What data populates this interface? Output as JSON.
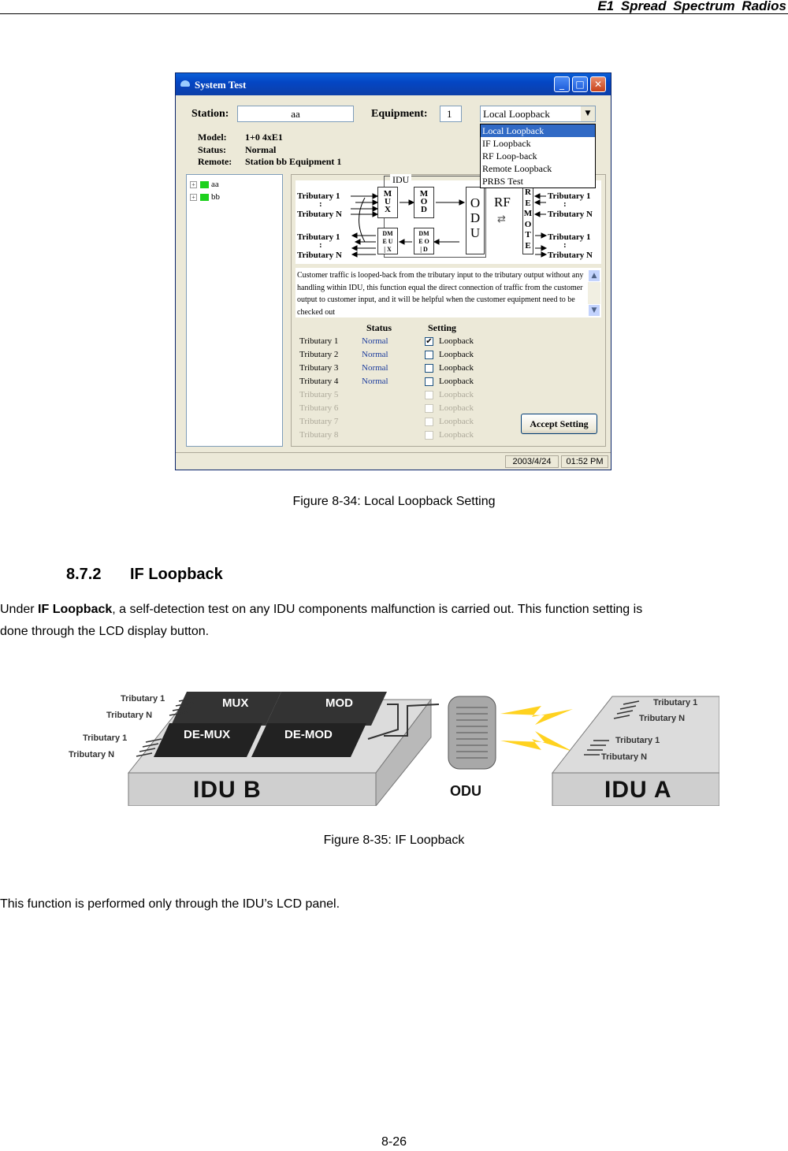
{
  "header": {
    "title": "E1  Spread  Spectrum  Radios"
  },
  "window": {
    "title": "System Test",
    "station_label": "Station:",
    "station_value": "aa",
    "equipment_label": "Equipment:",
    "equipment_value": "1",
    "mode_selected": "Local Loopback",
    "mode_options": [
      "Local Loopback",
      "IF Loopback",
      "RF Loop-back",
      "Remote Loopback",
      "PRBS Test"
    ],
    "model_label": "Model:",
    "model_value": "1+0 4xE1",
    "status_label": "Status:",
    "status_value": "Normal",
    "remote_label": "Remote:",
    "remote_value": "Station bb Equipment 1",
    "tree": [
      {
        "label": "aa"
      },
      {
        "label": "bb"
      }
    ],
    "diagram": {
      "title": "IDU",
      "trib1": "Tributary 1",
      "tribn": "Tributary N",
      "dots": ":",
      "mux": "M\nU\nX",
      "mod": "M\nO\nD",
      "demux": "DM\nE U\n| X",
      "demod": "DM\nE O\n| D",
      "odu": "O\nD\nU",
      "rf": "RF",
      "remote": "R\nE\nM\nO\nT\nE"
    },
    "description": "Customer traffic is looped-back from the tributary input to the tributary output without any handling within IDU, this function equal the direct connection of traffic from the customer output to customer input, and it will be helpful when the customer equipment need to be checked out",
    "col_status": "Status",
    "col_setting": "Setting",
    "rows": [
      {
        "name": "Tributary 1",
        "status": "Normal",
        "checked": "✔",
        "setting": "Loopback"
      },
      {
        "name": "Tributary 2",
        "status": "Normal",
        "checked": "",
        "setting": "Loopback"
      },
      {
        "name": "Tributary 3",
        "status": "Normal",
        "checked": "",
        "setting": "Loopback"
      },
      {
        "name": "Tributary 4",
        "status": "Normal",
        "checked": "",
        "setting": "Loopback"
      },
      {
        "name": "Tributary 5",
        "status": "",
        "checked": "",
        "setting": "Loopback"
      },
      {
        "name": "Tributary 6",
        "status": "",
        "checked": "",
        "setting": "Loopback"
      },
      {
        "name": "Tributary 7",
        "status": "",
        "checked": "",
        "setting": "Loopback"
      },
      {
        "name": "Tributary 8",
        "status": "",
        "checked": "",
        "setting": "Loopback"
      }
    ],
    "accept_label": "Accept Setting",
    "date": "2003/4/24",
    "time": "01:52 PM"
  },
  "figure1_caption": "Figure 8-34: Local Loopback Setting",
  "section": {
    "number": "8.7.2",
    "title": "IF Loopback"
  },
  "paragraph1": {
    "prefix": "Under ",
    "bold": "IF Loopback",
    "line1_rest": ", a self-detection test on any IDU components malfunction is carried out. This function setting is",
    "line2": "done through the LCD display button."
  },
  "illustration": {
    "trib1": "Tributary 1",
    "tribn": "Tributary N",
    "mux": "MUX",
    "mod": "MOD",
    "demux": "DE-MUX",
    "demod": "DE-MOD",
    "idu_b": "IDU B",
    "odu": "ODU",
    "idu_a": "IDU A"
  },
  "figure2_caption": "Figure 8-35: IF Loopback",
  "paragraph2": "This function is performed only through the IDU’s LCD panel.",
  "page_number": "8-26"
}
